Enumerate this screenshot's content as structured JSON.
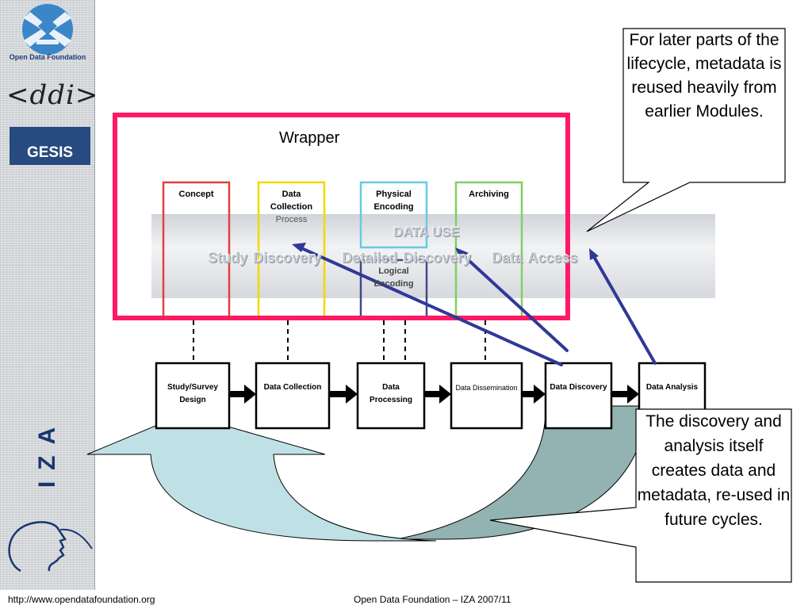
{
  "sidebar": {
    "logo_text": "Open Data Foundation",
    "ddi_text": "<ddi>",
    "gesis_text": "GESIS",
    "iza_text": "IZA"
  },
  "footer": {
    "url": "http://www.opendatafoundation.org",
    "center": "Open Data Foundation – IZA 2007/11"
  },
  "diagram": {
    "wrapper_label": "Wrapper",
    "modules": {
      "concept": "Concept",
      "data_collection": "Data Collection",
      "process": "Process",
      "physical_encoding": "Physical Encoding",
      "logical_encoding": "Logical Encoding",
      "archiving": "Archiving"
    },
    "data_use": {
      "title": "DATA USE",
      "items": [
        "Study Discovery",
        "Detailed Discovery",
        "Data Access"
      ]
    },
    "stages": [
      "Study/Survey Design",
      "Data Collection",
      "Data Processing",
      "Data Dissemination",
      "Data Discovery",
      "Data Analysis"
    ],
    "callout_top": "For later parts of the lifecycle, metadata is reused heavily from earlier Modules.",
    "callout_bottom": "The discovery and analysis itself creates data and metadata, re-used in future cycles."
  },
  "colors": {
    "wrapper_border": "#ff1a66",
    "concept": "#e04040",
    "data_collection": "#f0d800",
    "physical_encoding": "#66cce0",
    "logical_encoding": "#404890",
    "archiving": "#80d060",
    "arrow_blue": "#303898",
    "left_arrow_fill": "#bfe1e6",
    "right_arrow_fill": "#93b3b3"
  }
}
